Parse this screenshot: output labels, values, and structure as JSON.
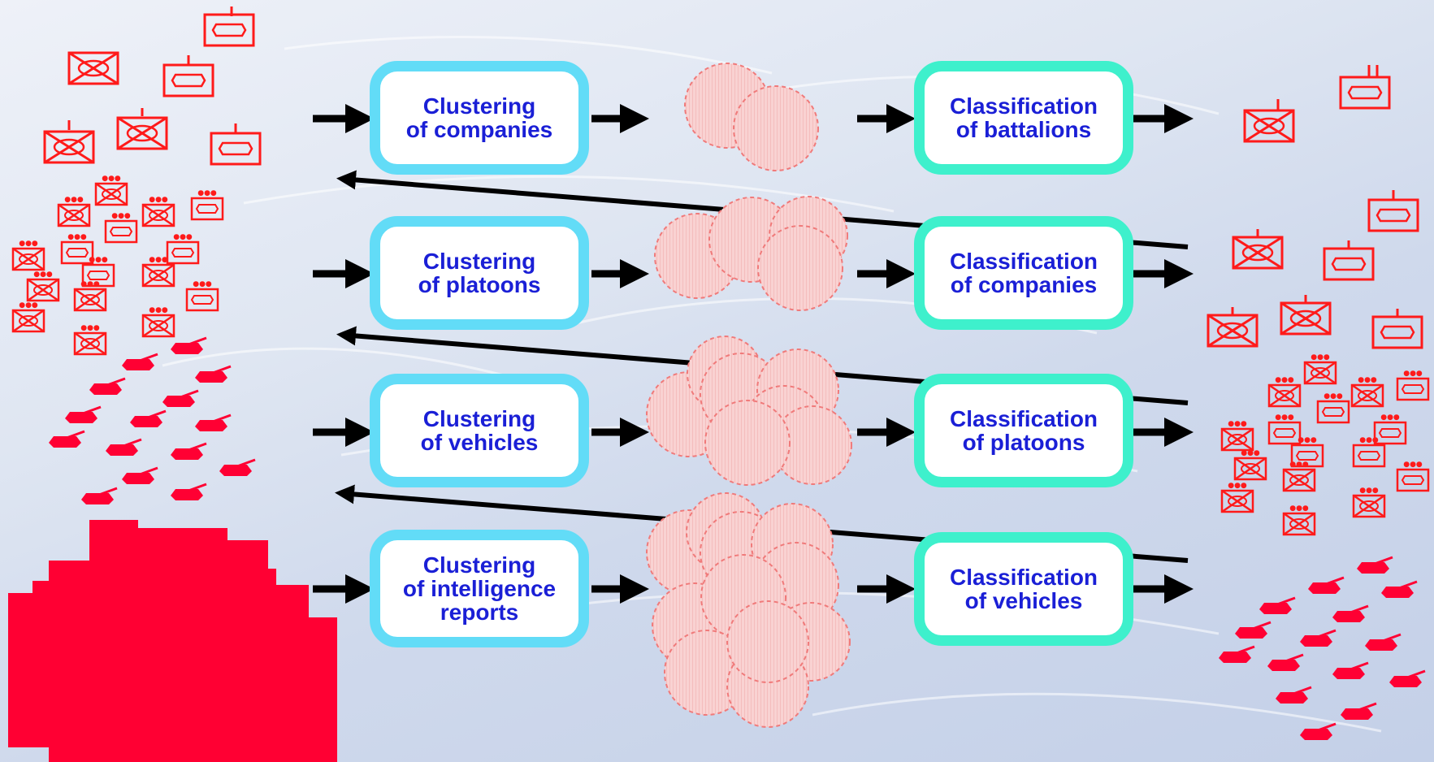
{
  "diagram": {
    "clustering": [
      [
        "Clustering",
        "of companies"
      ],
      [
        "Clustering",
        "of platoons"
      ],
      [
        "Clustering",
        "of vehicles"
      ],
      [
        "Clustering",
        "of intelligence",
        "reports"
      ]
    ],
    "classification": [
      [
        "Classification",
        "of battalions"
      ],
      [
        "Classification",
        "of companies"
      ],
      [
        "Classification",
        "of platoons"
      ],
      [
        "Classification",
        "of vehicles"
      ]
    ],
    "colors": {
      "cluster_border": "#62dcf7",
      "classify_border": "#3ef0cc",
      "text": "#1a1fd6",
      "unit_symbol": "#ff0033",
      "cluster_blob": "#f7c8c8"
    },
    "icons": [
      "unit-symbol-icon",
      "tank-icon",
      "cluster-blob-icon",
      "arrow-icon"
    ]
  }
}
